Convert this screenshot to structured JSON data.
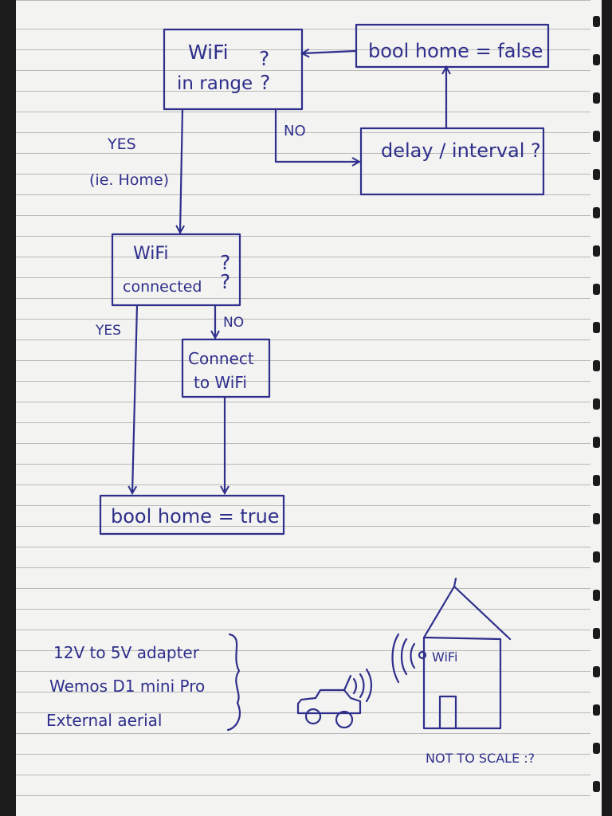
{
  "nodes": {
    "wifi_in_range": {
      "line1": "WiFi",
      "q": "?",
      "line2": "in range",
      "q2": "?"
    },
    "bool_home_false": {
      "label": "bool home = false"
    },
    "delay_interval": {
      "label": "delay / interval ?"
    },
    "wifi_connected": {
      "line1": "WiFi",
      "q": "?",
      "line2": "connected",
      "q2": "?"
    },
    "connect_to_wifi": {
      "line1": "Connect",
      "line2": "to WiFi"
    },
    "bool_home_true": {
      "label": "bool home = true"
    }
  },
  "edges": {
    "range_yes": {
      "line1": "YES",
      "line2": "(ie. Home)"
    },
    "range_no": "NO",
    "connected_yes": "YES",
    "connected_no": "NO"
  },
  "parts_list": [
    "12V to 5V adapter",
    "Wemos D1 mini Pro",
    "External aerial"
  ],
  "sketch": {
    "house_label": "WiFi",
    "footnote": "NOT TO SCALE :?"
  },
  "colors": {
    "ink": "#2f2f8c",
    "paper": "#f3f3f1"
  }
}
